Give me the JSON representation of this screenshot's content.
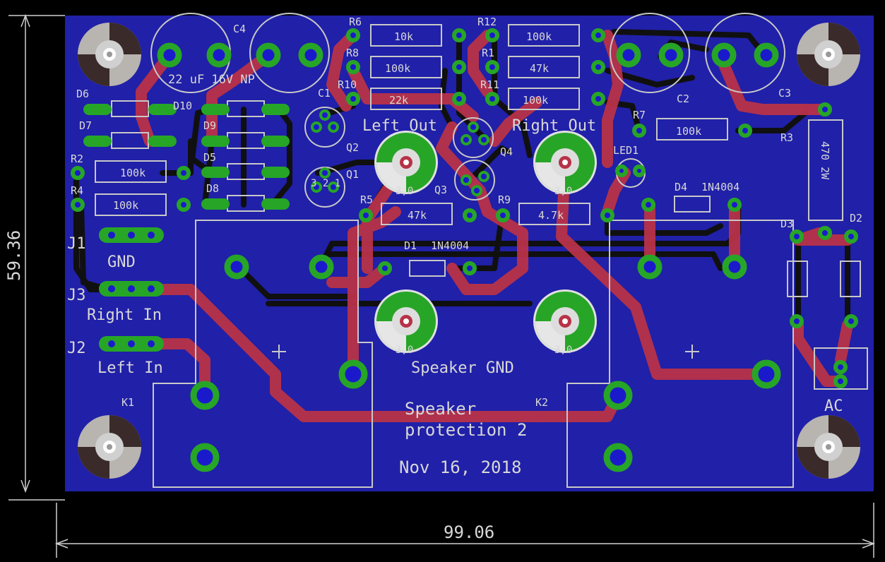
{
  "dimensions": {
    "width": "99.06",
    "height": "59.36"
  },
  "board_texts": {
    "left_out": "Left Out",
    "right_out": "Right Out",
    "gnd": "GND",
    "right_in": "Right In",
    "left_in": "Left In",
    "speaker_gnd": "Speaker GND",
    "speaker": "Speaker",
    "protection": "protection 2",
    "date": "Nov 16, 2018",
    "ac": "AC"
  },
  "references": {
    "C4": "C4",
    "C1": "C1",
    "C2": "C2",
    "C3": "C3",
    "R6": "R6",
    "R8": "R8",
    "R10": "R10",
    "R12": "R12",
    "R1": "R1",
    "R11": "R11",
    "R7": "R7",
    "R3": "R3",
    "R2": "R2",
    "R4": "R4",
    "R5": "R5",
    "R9": "R9",
    "D6": "D6",
    "D7": "D7",
    "D10": "D10",
    "D9": "D9",
    "D5": "D5",
    "D8": "D8",
    "D1": "D1",
    "D4": "D4",
    "D3": "D3",
    "D2": "D2",
    "Q1": "Q1",
    "Q2": "Q2",
    "Q3": "Q3",
    "Q4": "Q4",
    "LED1": "LED1",
    "J1": "J1",
    "J2": "J2",
    "J3": "J3",
    "K1": "K1",
    "K2": "K2"
  },
  "values": {
    "c4": "22 uF 16V NP",
    "r6": "10k",
    "r8": "100k",
    "r10": "22k",
    "r12": "100k",
    "r1": "47k",
    "r11": "100k",
    "r7": "100k",
    "r2": "100k",
    "r4": "100k",
    "r5": "47k",
    "r9": "4.7k",
    "r3": "470 2W",
    "d1": "1N4004",
    "d4": "1N4004"
  },
  "pad_labels": {
    "q_pins": "3 2 1",
    "spk_pin": "3,0"
  },
  "colors": {
    "board": "#2020a8",
    "bottom_trace": "#101010",
    "top_trace": "#b83248",
    "pad": "#27a527",
    "silk": "#d8d8d8",
    "via": "#1a1acc"
  }
}
